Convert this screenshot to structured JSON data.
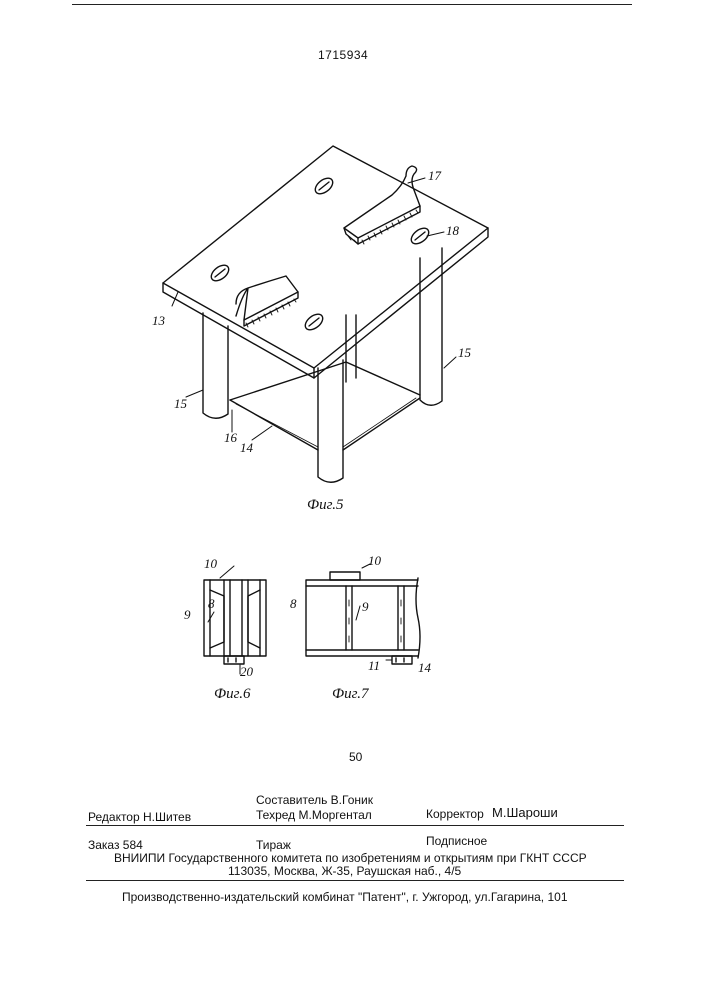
{
  "header": {
    "patent_number": "1715934"
  },
  "figures": [
    {
      "caption": "Фиг.5",
      "labels": [
        "17",
        "18",
        "13",
        "15",
        "15",
        "16",
        "14"
      ]
    },
    {
      "caption": "Фиг.6",
      "labels": [
        "10",
        "8",
        "9",
        "20"
      ]
    },
    {
      "caption": "Фиг.7",
      "labels": [
        "10",
        "8",
        "9",
        "11",
        "14"
      ]
    }
  ],
  "page_number": "50",
  "colophon": {
    "editor": "Редактор  Н.Шитев",
    "compiler": "Составитель  В.Гоник",
    "techred": "Техред М.Моргентал",
    "corrector_label": "Корректор",
    "corrector_name": "М.Шароши",
    "order": "Заказ  584",
    "circulation": "Тираж",
    "subscription": "Подписное",
    "institution": "ВНИИПИ Государственного комитета по изобретениям и открытиям при ГКНТ СССР",
    "address": "113035, Москва, Ж-35, Раушская наб., 4/5",
    "publisher": "Производственно-издательский комбинат \"Патент\", г. Ужгород, ул.Гагарина, 101"
  }
}
